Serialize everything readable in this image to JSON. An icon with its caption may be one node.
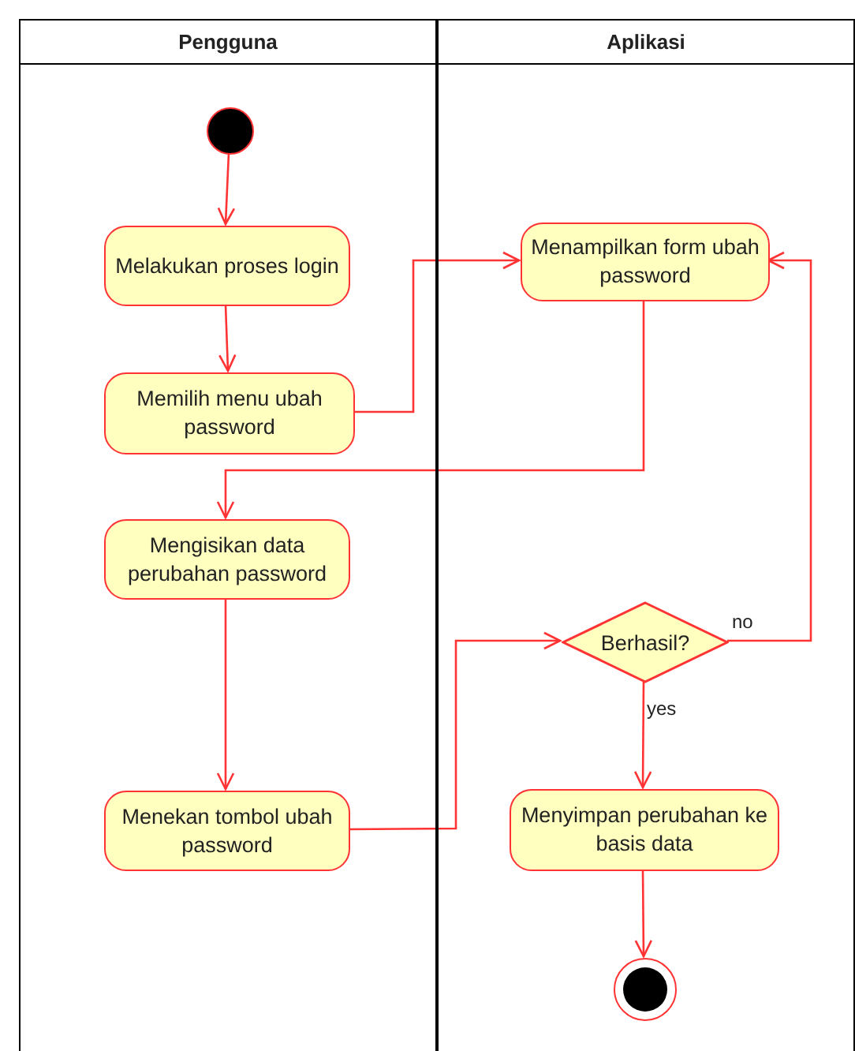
{
  "diagram": {
    "nodes": [
      {
        "text": [
          "Pengguna"
        ]
      },
      {
        "text": [
          "Aplikasi"
        ]
      },
      {
        "text": [],
        "shape": "circle",
        "in": 0
      },
      {
        "text": [
          "Melakukan proses login"
        ],
        "in": 0
      },
      {
        "text": [
          "Memilih menu ubah password"
        ],
        "in": 0
      },
      {
        "text": [
          "Menampilkan form ubah password"
        ],
        "in": 1
      },
      {
        "text": [
          "Mengisikan data perubahan password"
        ],
        "in": 0
      },
      {
        "text": [
          "Berhasil?"
        ],
        "in": 1
      },
      {
        "text": [
          "Menekan tombol ubah password"
        ],
        "in": 0
      },
      {
        "text": [
          "Menyimpan perubahan ke basis data"
        ],
        "in": 1
      },
      {
        "text": [],
        "shape": "circle",
        "in": 1
      }
    ],
    "edges": [
      {
        "from": 2,
        "to": 3,
        "arrow": "to"
      },
      {
        "from": 3,
        "to": 4,
        "arrow": "to"
      },
      {
        "from": 4,
        "to": 5,
        "arrow": "to"
      },
      {
        "from": 5,
        "to": 6,
        "arrow": "to"
      },
      {
        "from": 6,
        "to": 8,
        "arrow": "to"
      },
      {
        "from": 8,
        "to": 7,
        "arrow": "to"
      },
      {
        "from": 7,
        "to": 5,
        "arrow": "to",
        "label": "no"
      },
      {
        "from": 7,
        "to": 9,
        "arrow": "to",
        "label": "yes"
      },
      {
        "from": 9,
        "to": 10,
        "arrow": "to"
      }
    ]
  }
}
